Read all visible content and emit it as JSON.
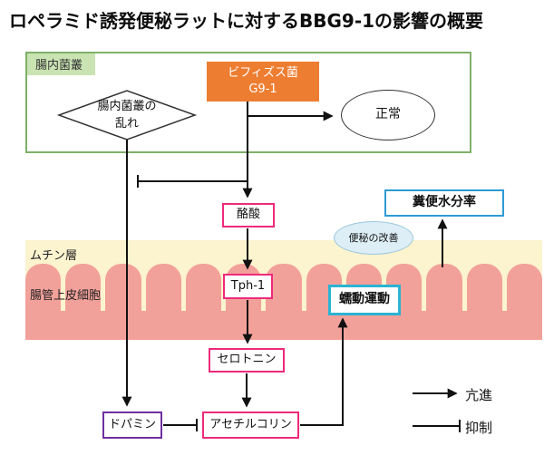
{
  "title": "ロペラミド誘発便秘ラットに対するBBG9-1の影響の概要",
  "flora": {
    "label": "腸内菌叢",
    "bifido": "ビフィズス菌\nG9-1",
    "disturbance": "腸内菌叢の\n乱れ",
    "normal": "正常"
  },
  "pathway": {
    "butyrate": "酪酸",
    "tph1": "Tph-1",
    "serotonin": "セロトニン",
    "acetylcholine": "アセチルコリン",
    "dopamine": "ドパミン",
    "peristalsis": "蠕動運動",
    "fecal_water": "糞便水分率",
    "improvement": "便秘の改善"
  },
  "tissue": {
    "mucin": "ムチン層",
    "epithelium": "腸管上皮細胞",
    "bump_count": 13
  },
  "legend": {
    "promote": "亢進",
    "inhibit": "抑制"
  },
  "colors": {
    "green_border": "#7fb069",
    "green_label_bg": "#c9e3b2",
    "orange": "#ed7d31",
    "pink": "#ee2a7b",
    "purple": "#7030a0",
    "cyan": "#2bb3d2",
    "blue": "#2e9bd5",
    "improve_fill": "#ddeef6",
    "improve_border": "#9cc7dd",
    "mucin": "#fcf3cf",
    "epithelium": "#f2a19a"
  }
}
